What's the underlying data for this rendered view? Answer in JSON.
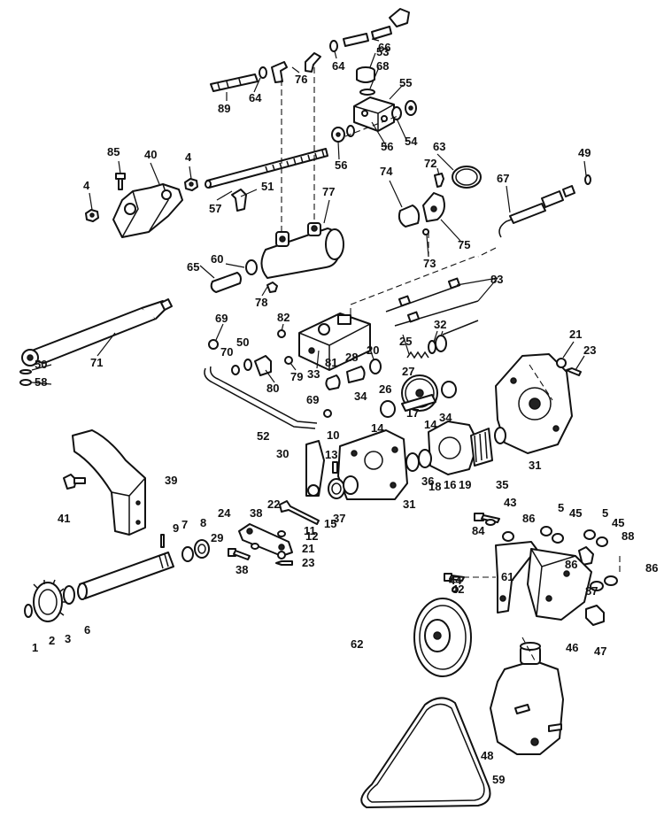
{
  "callouts": [
    {
      "id": "c1",
      "text": "1"
    },
    {
      "id": "c2",
      "text": "2"
    },
    {
      "id": "c3",
      "text": "3"
    },
    {
      "id": "c4a",
      "text": "4"
    },
    {
      "id": "c4b",
      "text": "4"
    },
    {
      "id": "c5a",
      "text": "5"
    },
    {
      "id": "c5b",
      "text": "5"
    },
    {
      "id": "c6",
      "text": "6"
    },
    {
      "id": "c7",
      "text": "7"
    },
    {
      "id": "c8",
      "text": "8"
    },
    {
      "id": "c9",
      "text": "9"
    },
    {
      "id": "c10",
      "text": "10"
    },
    {
      "id": "c11",
      "text": "11"
    },
    {
      "id": "c12",
      "text": "12"
    },
    {
      "id": "c13",
      "text": "13"
    },
    {
      "id": "c14a",
      "text": "14"
    },
    {
      "id": "c14b",
      "text": "14"
    },
    {
      "id": "c15",
      "text": "15"
    },
    {
      "id": "c16",
      "text": "16"
    },
    {
      "id": "c17",
      "text": "17"
    },
    {
      "id": "c18",
      "text": "18"
    },
    {
      "id": "c19",
      "text": "19"
    },
    {
      "id": "c20",
      "text": "20"
    },
    {
      "id": "c21a",
      "text": "21"
    },
    {
      "id": "c21b",
      "text": "21"
    },
    {
      "id": "c22",
      "text": "22"
    },
    {
      "id": "c23a",
      "text": "23"
    },
    {
      "id": "c23b",
      "text": "23"
    },
    {
      "id": "c24",
      "text": "24"
    },
    {
      "id": "c25",
      "text": "25"
    },
    {
      "id": "c26",
      "text": "26"
    },
    {
      "id": "c27",
      "text": "27"
    },
    {
      "id": "c28",
      "text": "28"
    },
    {
      "id": "c29",
      "text": "29"
    },
    {
      "id": "c30",
      "text": "30"
    },
    {
      "id": "c31a",
      "text": "31"
    },
    {
      "id": "c31b",
      "text": "31"
    },
    {
      "id": "c32",
      "text": "32"
    },
    {
      "id": "c33",
      "text": "33"
    },
    {
      "id": "c34a",
      "text": "34"
    },
    {
      "id": "c34b",
      "text": "34"
    },
    {
      "id": "c35",
      "text": "35"
    },
    {
      "id": "c36",
      "text": "36"
    },
    {
      "id": "c37",
      "text": "37"
    },
    {
      "id": "c38a",
      "text": "38"
    },
    {
      "id": "c38b",
      "text": "38"
    },
    {
      "id": "c39",
      "text": "39"
    },
    {
      "id": "c40",
      "text": "40"
    },
    {
      "id": "c41",
      "text": "41"
    },
    {
      "id": "c42",
      "text": "42"
    },
    {
      "id": "c43",
      "text": "43"
    },
    {
      "id": "c44",
      "text": "44"
    },
    {
      "id": "c45a",
      "text": "45"
    },
    {
      "id": "c45b",
      "text": "45"
    },
    {
      "id": "c46",
      "text": "46"
    },
    {
      "id": "c47",
      "text": "47"
    },
    {
      "id": "c48",
      "text": "48"
    },
    {
      "id": "c49",
      "text": "49"
    },
    {
      "id": "c50a",
      "text": "50"
    },
    {
      "id": "c50b",
      "text": "50"
    },
    {
      "id": "c51",
      "text": "51"
    },
    {
      "id": "c52",
      "text": "52"
    },
    {
      "id": "c53",
      "text": "53"
    },
    {
      "id": "c54",
      "text": "54"
    },
    {
      "id": "c55",
      "text": "55"
    },
    {
      "id": "c56a",
      "text": "56"
    },
    {
      "id": "c56b",
      "text": "56"
    },
    {
      "id": "c57",
      "text": "57"
    },
    {
      "id": "c58",
      "text": "58"
    },
    {
      "id": "c59",
      "text": "59"
    },
    {
      "id": "c60",
      "text": "60"
    },
    {
      "id": "c61",
      "text": "61"
    },
    {
      "id": "c62",
      "text": "62"
    },
    {
      "id": "c63",
      "text": "63"
    },
    {
      "id": "c64a",
      "text": "64"
    },
    {
      "id": "c64b",
      "text": "64"
    },
    {
      "id": "c65",
      "text": "65"
    },
    {
      "id": "c66",
      "text": "66"
    },
    {
      "id": "c67",
      "text": "67"
    },
    {
      "id": "c68",
      "text": "68"
    },
    {
      "id": "c69a",
      "text": "69"
    },
    {
      "id": "c69b",
      "text": "69"
    },
    {
      "id": "c70",
      "text": "70"
    },
    {
      "id": "c71",
      "text": "71"
    },
    {
      "id": "c72",
      "text": "72"
    },
    {
      "id": "c73",
      "text": "73"
    },
    {
      "id": "c74",
      "text": "74"
    },
    {
      "id": "c75",
      "text": "75"
    },
    {
      "id": "c76",
      "text": "76"
    },
    {
      "id": "c77",
      "text": "77"
    },
    {
      "id": "c78",
      "text": "78"
    },
    {
      "id": "c79",
      "text": "79"
    },
    {
      "id": "c80",
      "text": "80"
    },
    {
      "id": "c81",
      "text": "81"
    },
    {
      "id": "c82",
      "text": "82"
    },
    {
      "id": "c83",
      "text": "83"
    },
    {
      "id": "c84",
      "text": "84"
    },
    {
      "id": "c85",
      "text": "85"
    },
    {
      "id": "c86a",
      "text": "86"
    },
    {
      "id": "c86b",
      "text": "86"
    },
    {
      "id": "c86c",
      "text": "86"
    },
    {
      "id": "c87",
      "text": "87"
    },
    {
      "id": "c88",
      "text": "88"
    },
    {
      "id": "c89",
      "text": "89"
    }
  ]
}
